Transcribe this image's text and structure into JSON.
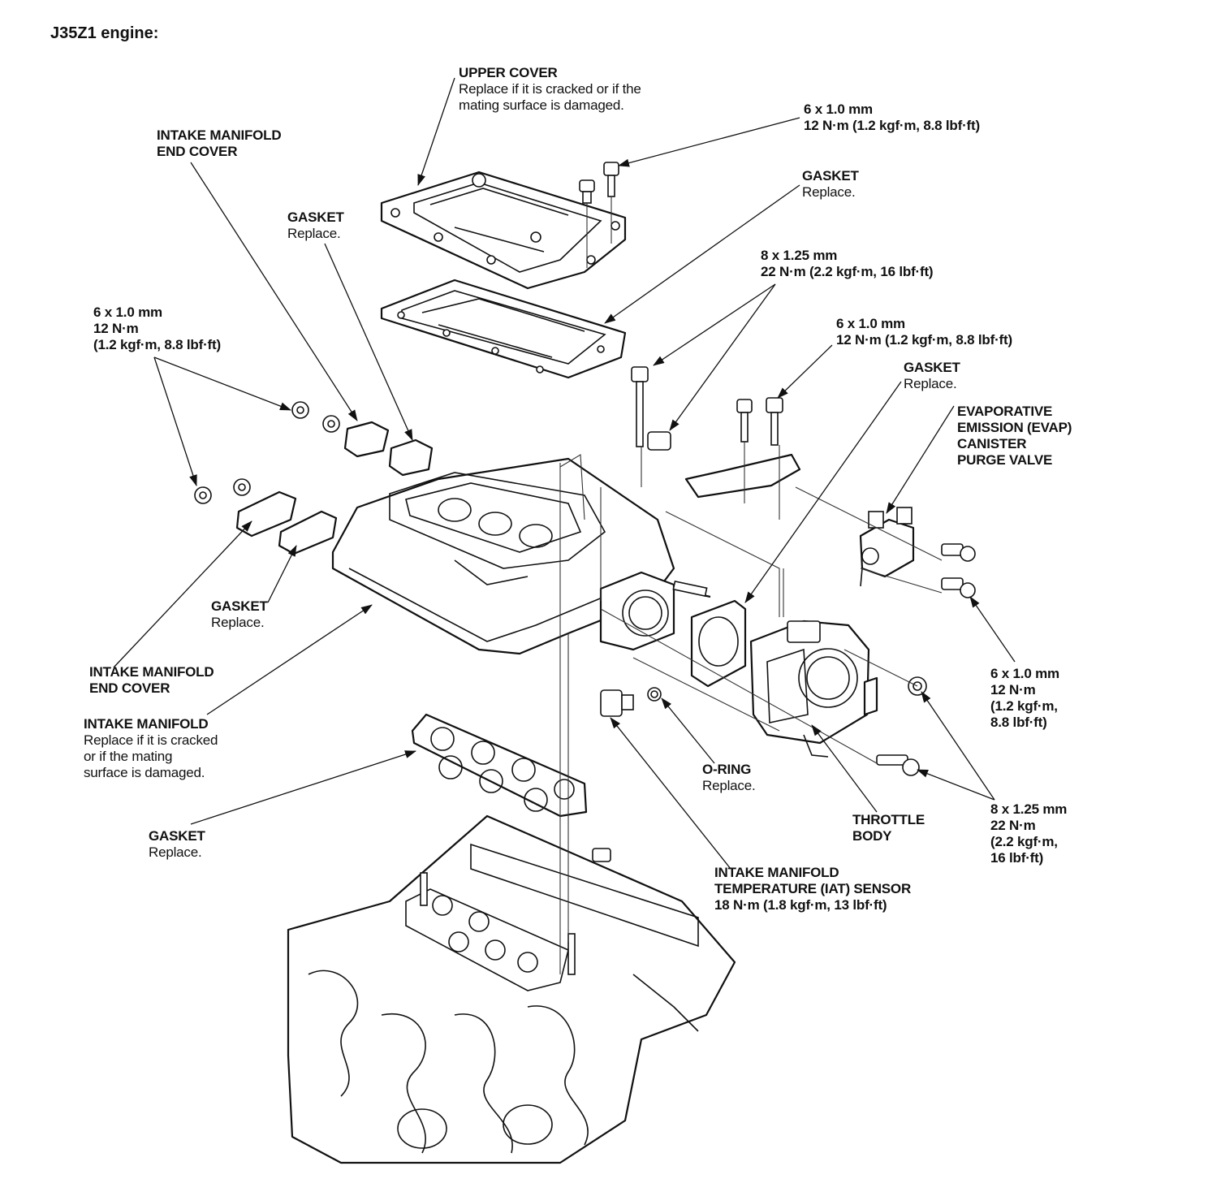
{
  "title": "J35Z1 engine:",
  "labels": {
    "upper_cover": {
      "name": "UPPER COVER",
      "note1": "Replace if it is cracked or if the",
      "note2": "mating surface is damaged."
    },
    "bolt_top": {
      "size": "6 x 1.0 mm",
      "torque": "12 N·m (1.2 kgf·m, 8.8 lbf·ft)"
    },
    "end_cover_top": {
      "line1": "INTAKE MANIFOLD",
      "line2": "END COVER"
    },
    "gasket_upper": {
      "name": "GASKET",
      "note": "Replace."
    },
    "gasket_endcover": {
      "name": "GASKET",
      "note": "Replace."
    },
    "bolt_8x125_top": {
      "size": "8 x 1.25 mm",
      "torque": "22 N·m (2.2 kgf·m, 16 lbf·ft)"
    },
    "bolt_6x10_left": {
      "size": "6 x 1.0 mm",
      "torque": "12 N·m",
      "detail": "(1.2 kgf·m, 8.8 lbf·ft)"
    },
    "bolt_6x10_mid": {
      "size": "6 x 1.0 mm",
      "torque": "12 N·m (1.2 kgf·m, 8.8 lbf·ft)"
    },
    "gasket_throttle": {
      "name": "GASKET",
      "note": "Replace."
    },
    "evap": {
      "line1": "EVAPORATIVE",
      "line2": "EMISSION (EVAP)",
      "line3": "CANISTER",
      "line4": "PURGE VALVE"
    },
    "gasket_lower_left": {
      "name": "GASKET",
      "note": "Replace."
    },
    "end_cover_bottom": {
      "line1": "INTAKE MANIFOLD",
      "line2": "END COVER"
    },
    "intake_manifold": {
      "name": "INTAKE MANIFOLD",
      "note1": "Replace if it is cracked",
      "note2": "or if the mating",
      "note3": "surface is damaged."
    },
    "bolt_6x10_right": {
      "size": "6 x 1.0 mm",
      "torque": "12 N·m",
      "detail1": "(1.2 kgf·m,",
      "detail2": "8.8 lbf·ft)"
    },
    "o_ring": {
      "name": "O-RING",
      "note": "Replace."
    },
    "throttle_body": {
      "line1": "THROTTLE",
      "line2": "BODY"
    },
    "bolt_8x125_right": {
      "size": "8 x 1.25 mm",
      "torque": "22 N·m",
      "detail1": "(2.2 kgf·m,",
      "detail2": "16 lbf·ft)"
    },
    "gasket_bottom": {
      "name": "GASKET",
      "note": "Replace."
    },
    "iat": {
      "line1": "INTAKE MANIFOLD",
      "line2": "TEMPERATURE (IAT) SENSOR",
      "torque": "18 N·m (1.8 kgf·m, 13 lbf·ft)"
    }
  }
}
